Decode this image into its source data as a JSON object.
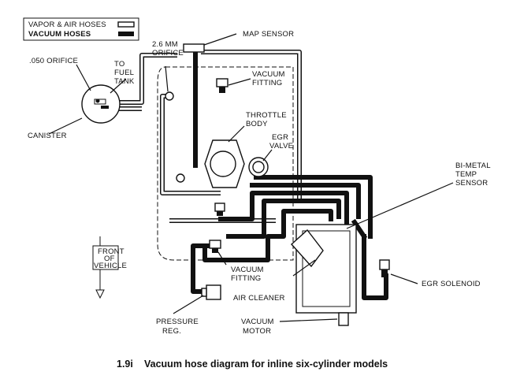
{
  "legend": {
    "vapor_air": "VAPOR & AIR HOSES",
    "vacuum": "VACUUM HOSES"
  },
  "labels": {
    "map_sensor": "MAP SENSOR",
    "orifice_26mm_line1": "2.6 MM",
    "orifice_26mm_line2": "ORIFICE",
    "to_fuel_tank_line1": "TO",
    "to_fuel_tank_line2": "FUEL",
    "to_fuel_tank_line3": "TANK",
    "orifice_050": ".050 ORIFICE",
    "canister": "CANISTER",
    "vacuum_fitting_top_line1": "VACUUM",
    "vacuum_fitting_top_line2": "FITTING",
    "throttle_body_line1": "THROTTLE",
    "throttle_body_line2": "BODY",
    "egr_valve_line1": "EGR",
    "egr_valve_line2": "VALVE",
    "bimetal_line1": "BI-METAL",
    "bimetal_line2": "TEMP",
    "bimetal_line3": "SENSOR",
    "front_line1": "FRONT",
    "front_line2": "OF",
    "front_line3": "VEHICLE",
    "vacuum_fitting_bottom_line1": "VACUUM",
    "vacuum_fitting_bottom_line2": "FITTING",
    "air_cleaner": "AIR CLEANER",
    "egr_solenoid": "EGR SOLENOID",
    "pressure_reg_line1": "PRESSURE",
    "pressure_reg_line2": "REG.",
    "vacuum_motor_line1": "VACUUM",
    "vacuum_motor_line2": "MOTOR"
  },
  "caption": {
    "number": "1.9i",
    "text": "Vacuum hose diagram for inline six-cylinder models"
  }
}
